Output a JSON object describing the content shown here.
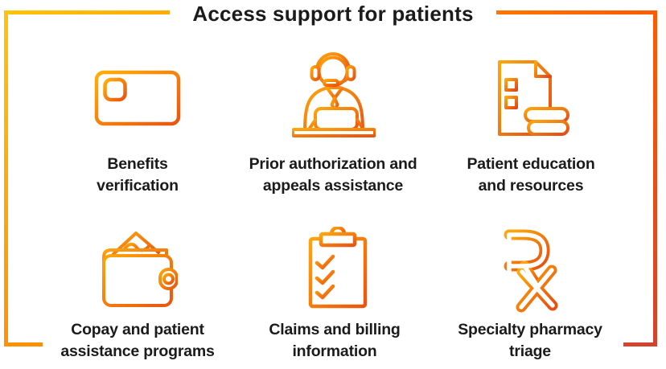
{
  "title": "Access support for patients",
  "colors": {
    "frame_gradient": [
      "#FFC30A",
      "#FF8A00",
      "#FF5F00",
      "#D2422E"
    ],
    "icon_gradient": [
      "#FFAE0A",
      "#EA5410"
    ],
    "text": "#1B1B1B",
    "background": "#FFFFFF"
  },
  "items": [
    {
      "icon": "id-card-icon",
      "lines": [
        "Benefits",
        "verification"
      ]
    },
    {
      "icon": "support-agent-icon",
      "lines": [
        "Prior authorization and",
        "appeals assistance"
      ]
    },
    {
      "icon": "document-books-icon",
      "lines": [
        "Patient education",
        "and resources"
      ]
    },
    {
      "icon": "wallet-cash-icon",
      "lines": [
        "Copay and patient",
        "assistance programs"
      ]
    },
    {
      "icon": "clipboard-checklist-icon",
      "lines": [
        "Claims and billing",
        "information"
      ]
    },
    {
      "icon": "rx-icon",
      "lines": [
        "Specialty pharmacy",
        "triage"
      ]
    }
  ]
}
